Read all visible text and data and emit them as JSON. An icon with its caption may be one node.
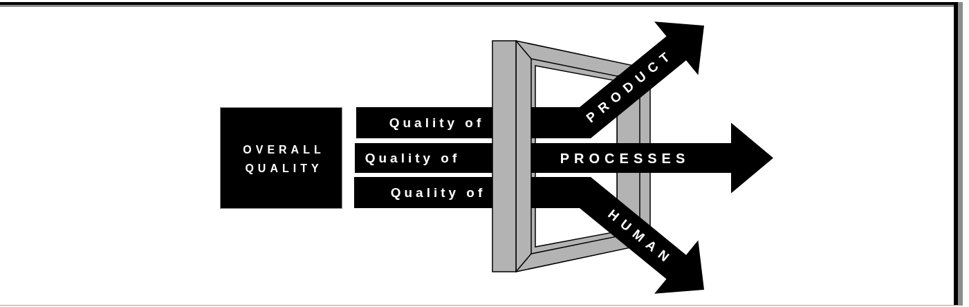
{
  "diagram": {
    "nodes": [
      {
        "text": [
          "OVERALL QUALITY"
        ]
      },
      {
        "text": [
          "Quality of"
        ]
      },
      {
        "text": [
          "Quality of"
        ]
      },
      {
        "text": [
          "Quality of"
        ]
      },
      {
        "text": [],
        "shape": "frame"
      }
    ],
    "edges": [
      {
        "from": 4,
        "to": null,
        "arrow": "to",
        "label": "PRODUCT"
      },
      {
        "from": 4,
        "to": null,
        "arrow": "to",
        "label": "PROCESSES"
      },
      {
        "from": 4,
        "to": null,
        "arrow": "to",
        "label": "HUMAN"
      }
    ]
  }
}
